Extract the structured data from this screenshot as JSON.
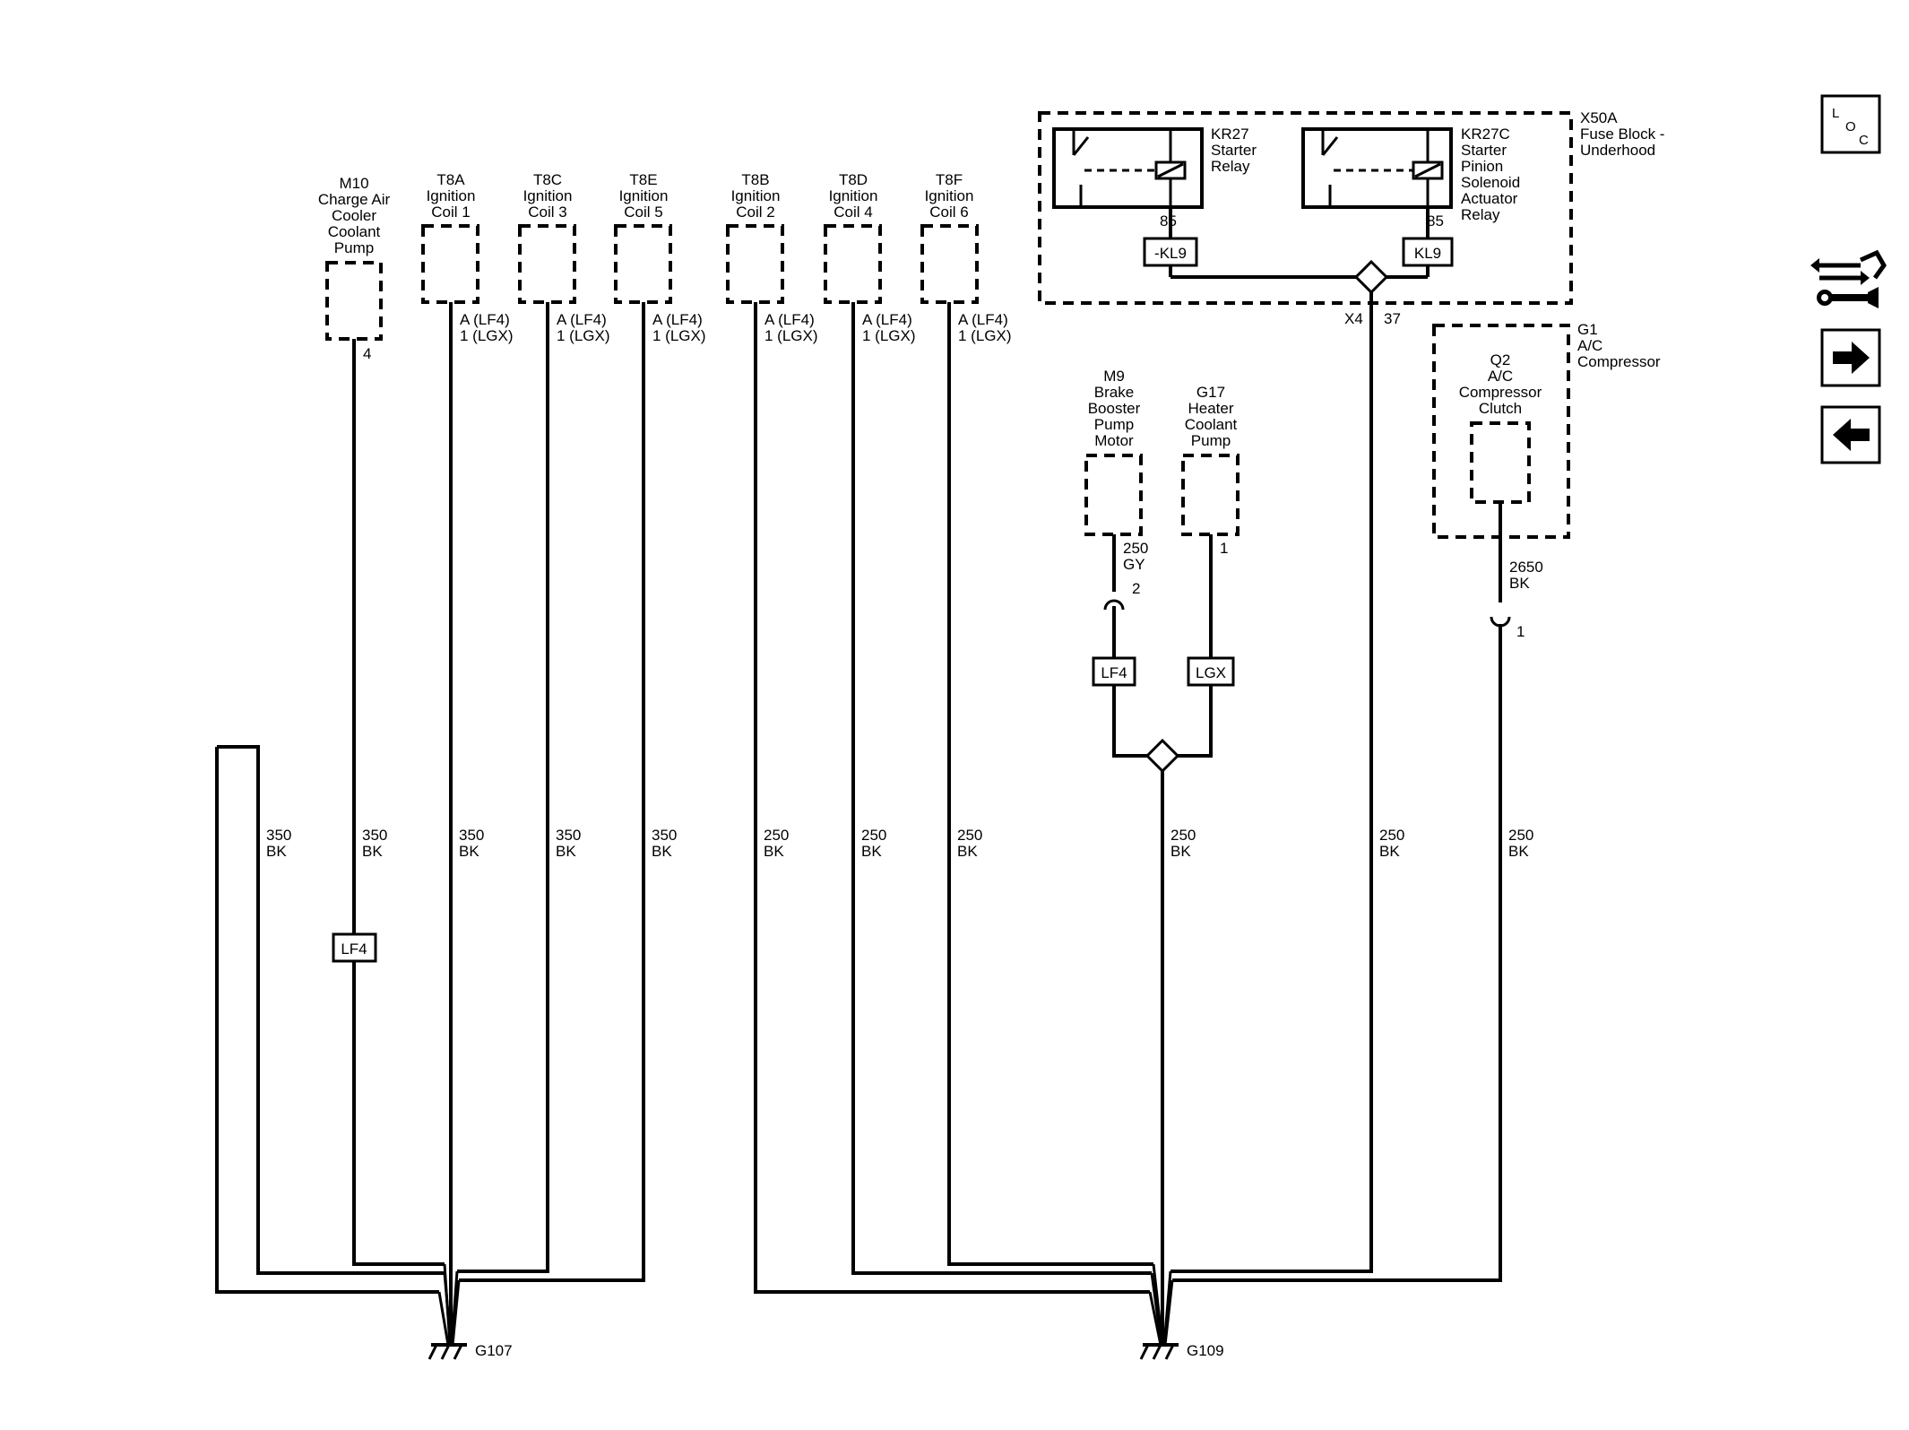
{
  "components": {
    "m10": [
      "M10",
      "Charge Air",
      "Cooler",
      "Coolant",
      "Pump"
    ],
    "t8a": [
      "T8A",
      "Ignition",
      "Coil 1"
    ],
    "t8c": [
      "T8C",
      "Ignition",
      "Coil 3"
    ],
    "t8e": [
      "T8E",
      "Ignition",
      "Coil 5"
    ],
    "t8b": [
      "T8B",
      "Ignition",
      "Coil 2"
    ],
    "t8d": [
      "T8D",
      "Ignition",
      "Coil 4"
    ],
    "t8f": [
      "T8F",
      "Ignition",
      "Coil 6"
    ],
    "m9": [
      "M9",
      "Brake",
      "Booster",
      "Pump",
      "Motor"
    ],
    "g17": [
      "G17",
      "Heater",
      "Coolant",
      "Pump"
    ],
    "q2": [
      "Q2",
      "A/C",
      "Compressor",
      "Clutch"
    ]
  },
  "fuse_block": {
    "id": "X50A",
    "name": "Fuse Block -",
    "name2": "Underhood",
    "kr27": [
      "KR27",
      "Starter",
      "Relay"
    ],
    "kr27c": [
      "KR27C",
      "Starter",
      "Pinion",
      "Solenoid",
      "Actuator",
      "Relay"
    ],
    "pin_85": "85",
    "connector": "X4",
    "pin_37": "37"
  },
  "compressor": {
    "id": "G1",
    "name": "A/C",
    "name2": "Compressor"
  },
  "pins": {
    "m10_pin": "4",
    "coil_pin_a": "A  (LF4)",
    "coil_pin_1": "1 (LGX)",
    "m9_pin": "2",
    "g17_pin": "1",
    "q2_pin": "1"
  },
  "option_tags": {
    "lf4": "LF4",
    "lgx": "LGX",
    "kl9_neg": "-KL9",
    "kl9": "KL9"
  },
  "wires": {
    "350": "350",
    "250": "250",
    "2650": "2650",
    "bk": "BK",
    "gy": "GY"
  },
  "grounds": {
    "g107": "G107",
    "g109": "G109"
  },
  "nav": {
    "loc_l": "L",
    "loc_o": "O",
    "loc_c": "C"
  }
}
